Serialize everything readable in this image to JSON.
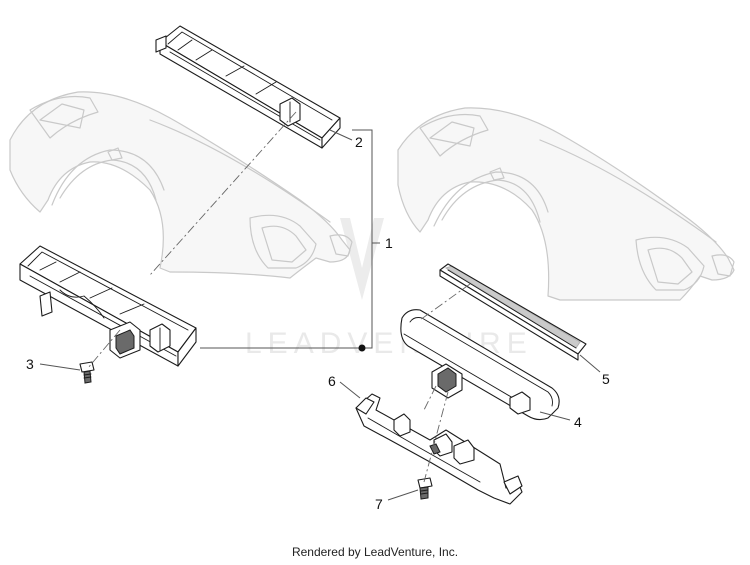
{
  "diagram": {
    "callouts": [
      "1",
      "2",
      "3",
      "4",
      "5",
      "6",
      "7"
    ],
    "watermark": "LEADVENTURE"
  },
  "footer": {
    "text": "Rendered by LeadVenture, Inc."
  },
  "colors": {
    "part_stroke": "#1c1c1c",
    "ghost_stroke": "#c9c9c9",
    "watermark": "#e9e9e9"
  }
}
